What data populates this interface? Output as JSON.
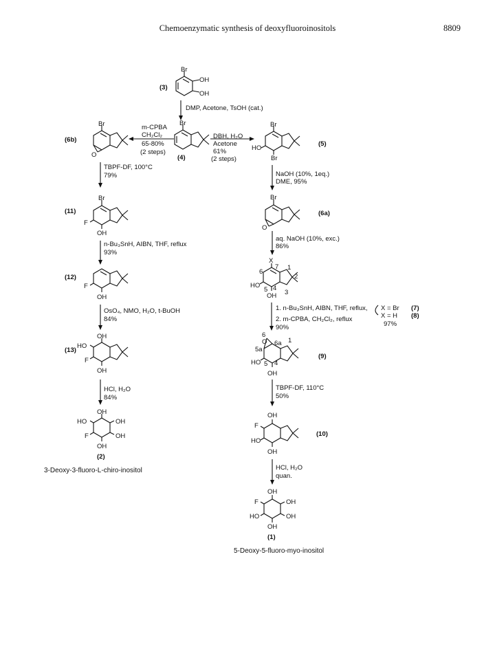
{
  "header": {
    "title": "Chemoenzymatic synthesis of deoxyfluoroinositols",
    "page_number": "8809"
  },
  "compounds": {
    "c3": "(3)",
    "c4": "(4)",
    "c5": "(5)",
    "c6b": "(6b)",
    "c6a": "(6a)",
    "c11": "(11)",
    "c12": "(12)",
    "c13": "(13)",
    "c2": "(2)",
    "c9": "(9)",
    "c10": "(10)",
    "c1": "(1)",
    "c7": "(7)",
    "c8": "(8)"
  },
  "atoms": {
    "br": "Br",
    "oh": "OH",
    "ho": "HO",
    "f": "F",
    "o": "O",
    "x": "X",
    "n1": "1",
    "n2": "2",
    "n3": "3",
    "n4": "4",
    "n5": "5",
    "n6": "6",
    "n7": "7",
    "n6a": "6a",
    "n5a": "5a"
  },
  "conditions": {
    "s3_4": "DMP, Acetone, TsOH (cat.)",
    "s4_6b_1": "m-CPBA",
    "s4_6b_2": "CH₂Cl₂",
    "s4_6b_3": "65-80%",
    "s4_6b_4": "(2 steps)",
    "s4_5_1": "DBH, H₂O",
    "s4_5_2": "Acetone",
    "s4_5_3": "61%",
    "s4_5_4": "(2 steps)",
    "s6b_11_1": "TBPF-DF, 100°C",
    "s6b_11_2": "79%",
    "s5_6a_1": "NaOH (10%, 1eq.)",
    "s5_6a_2": "DME, 95%",
    "s11_12_1": "n-Bu₃SnH, AIBN, THF, reflux",
    "s11_12_2": "93%",
    "s6a_7_1": "aq. NaOH (10%, exc.)",
    "s6a_7_2": "86%",
    "s12_13_1": "OsO₄, NMO, H₂O, t-BuOH",
    "s12_13_2": "84%",
    "s7_9_1": "1. n-Bu₃SnH, AIBN, THF, reflux,",
    "s7_9_2": "2. m-CPBA, CH₂Cl₂, reflux",
    "s7_9_3": "90%",
    "s7_9_4": "97%",
    "x_br": "X = Br",
    "x_h": "X = H",
    "s13_2_1": "HCl, H₂O",
    "s13_2_2": "84%",
    "s9_10_1": "TBPF-DF, 110°C",
    "s9_10_2": "50%",
    "s10_1_1": "HCl, H₂O",
    "s10_1_2": "quan."
  },
  "names": {
    "product2": "3-Deoxy-3-fluoro-L-chiro-inositol",
    "product1": "5-Deoxy-5-fluoro-myo-inositol"
  }
}
